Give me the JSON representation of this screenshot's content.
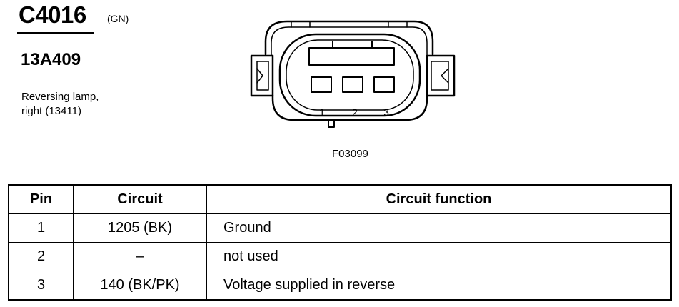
{
  "connector": {
    "id": "C4016",
    "color": "(GN)",
    "part_number": "13A409",
    "description_line1": "Reversing lamp,",
    "description_line2": "right (13411)"
  },
  "diagram": {
    "pin_labels": [
      "1",
      "2",
      "3"
    ],
    "figure_code": "F03099"
  },
  "table": {
    "headers": [
      "Pin",
      "Circuit",
      "Circuit function"
    ],
    "rows": [
      {
        "pin": "1",
        "circuit": "1205 (BK)",
        "function": "Ground"
      },
      {
        "pin": "2",
        "circuit": "–",
        "function": "not used"
      },
      {
        "pin": "3",
        "circuit": "140 (BK/PK)",
        "function": "Voltage supplied in reverse"
      }
    ]
  }
}
